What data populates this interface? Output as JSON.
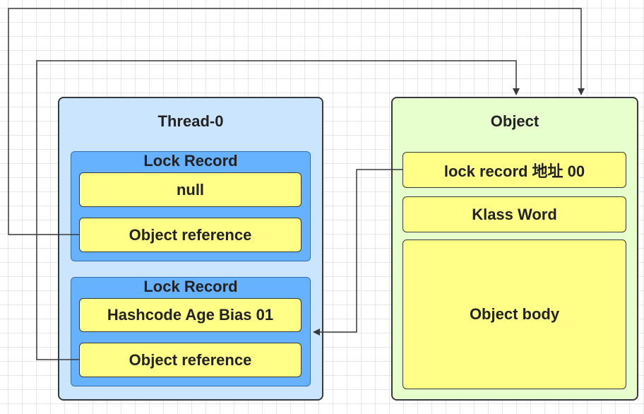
{
  "thread": {
    "title": "Thread-0",
    "records": [
      {
        "title": "Lock Record",
        "slot1": "null",
        "slot2": "Object reference"
      },
      {
        "title": "Lock Record",
        "slot1": "Hashcode Age Bias 01",
        "slot2": "Object reference"
      }
    ]
  },
  "object": {
    "title": "Object",
    "mark_word": "lock record 地址 00",
    "klass_word": "Klass Word",
    "body": "Object body"
  },
  "colors": {
    "thread_bg": "#cce5ff",
    "record_bg": "#66b2ff",
    "object_bg": "#e6ffcc",
    "cell_bg": "#ffff88",
    "line": "#36393d"
  }
}
